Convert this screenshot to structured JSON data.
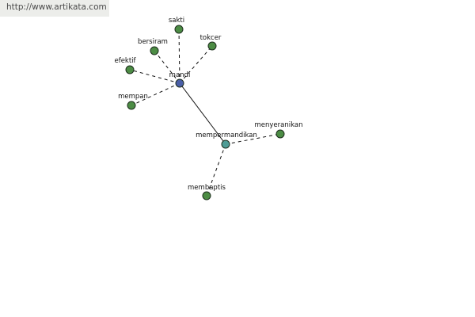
{
  "watermark": {
    "text": "http://www.artikata.com"
  },
  "colors": {
    "root_node": "#4a5fa8",
    "sub_node": "#4f9c95",
    "leaf_node": "#4c8c44",
    "edge": "#111111"
  },
  "graph": {
    "nodes": [
      {
        "id": "mandi",
        "label": "mandi",
        "kind": "root"
      },
      {
        "id": "sakti",
        "label": "sakti",
        "kind": "leaf"
      },
      {
        "id": "bersiram",
        "label": "bersiram",
        "kind": "leaf"
      },
      {
        "id": "tokcer",
        "label": "tokcer",
        "kind": "leaf"
      },
      {
        "id": "efektif",
        "label": "efektif",
        "kind": "leaf"
      },
      {
        "id": "mempan",
        "label": "mempan",
        "kind": "leaf"
      },
      {
        "id": "mempermandikan",
        "label": "mempermandikan",
        "kind": "sub"
      },
      {
        "id": "menyeranikan",
        "label": "menyeranikan",
        "kind": "leaf"
      },
      {
        "id": "membaptis",
        "label": "membaptis",
        "kind": "leaf"
      }
    ],
    "edges": [
      {
        "from": "mandi",
        "to": "sakti",
        "style": "dashed"
      },
      {
        "from": "mandi",
        "to": "bersiram",
        "style": "dashed"
      },
      {
        "from": "mandi",
        "to": "tokcer",
        "style": "dashed"
      },
      {
        "from": "mandi",
        "to": "efektif",
        "style": "dashed"
      },
      {
        "from": "mandi",
        "to": "mempan",
        "style": "dashed"
      },
      {
        "from": "mandi",
        "to": "mempermandikan",
        "style": "solid"
      },
      {
        "from": "mempermandikan",
        "to": "menyeranikan",
        "style": "dashed"
      },
      {
        "from": "mempermandikan",
        "to": "membaptis",
        "style": "dashed"
      }
    ]
  }
}
